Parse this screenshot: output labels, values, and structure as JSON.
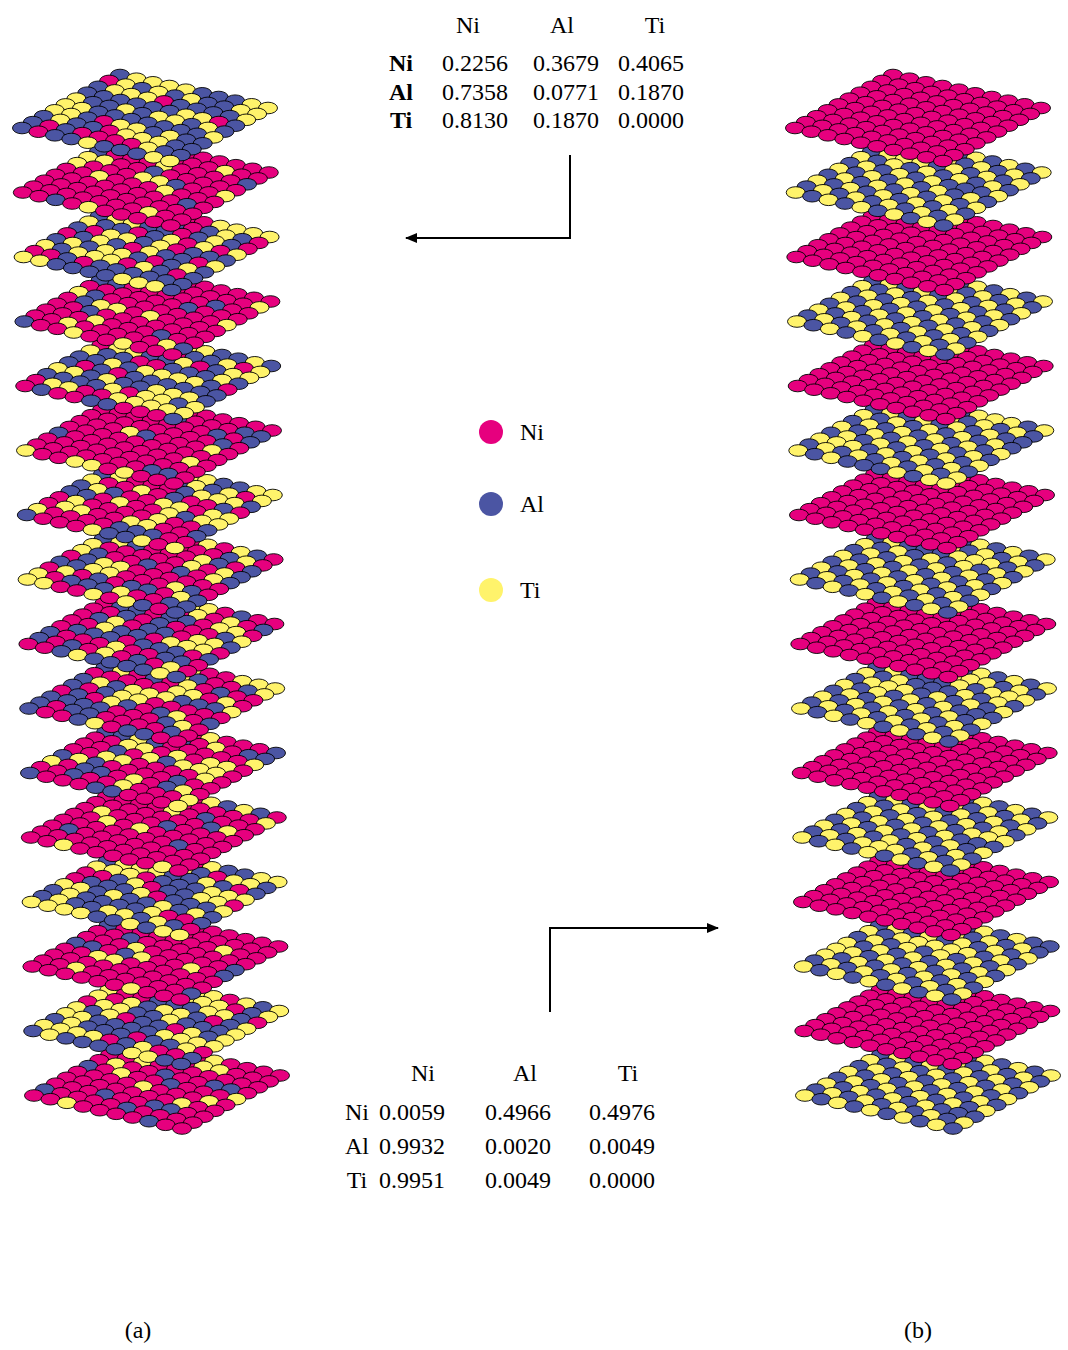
{
  "diagram": {
    "labels": [
      "Ni",
      "Al",
      "Ti",
      "Ni",
      "0.2256",
      "0.3679",
      "0.4065",
      "Al",
      "0.7358",
      "0.0771",
      "0.1870",
      "Ti",
      "0.8130",
      "0.1870",
      "0.0000",
      "Ni",
      "Al",
      "Ti",
      "Ni",
      "0.0059",
      "0.4966",
      "0.4976",
      "Al",
      "0.9932",
      "0.0020",
      "0.0049",
      "Ti",
      "0.9951",
      "0.0049",
      "0.0000",
      "(a)",
      "(b)"
    ],
    "legend": [
      {
        "text": "Ni",
        "color": "#e6007e"
      },
      {
        "text": "Al",
        "color": "#4b55a3"
      },
      {
        "text": "Ti",
        "color": "#fff36b"
      }
    ]
  }
}
